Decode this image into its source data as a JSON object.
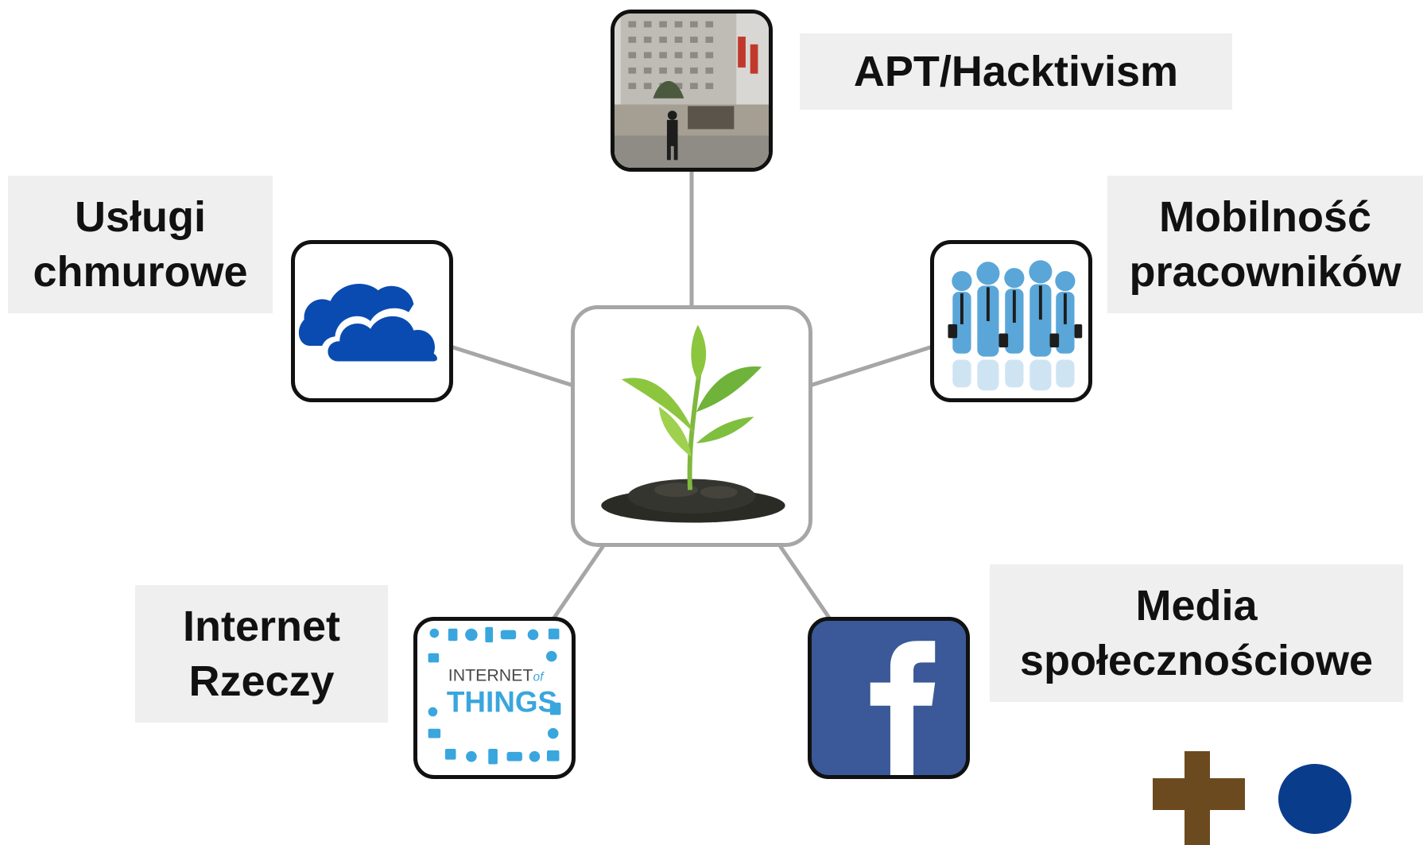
{
  "labels": {
    "apt": {
      "line1": "APT/Hacktivism"
    },
    "cloud": {
      "line1": "Usługi",
      "line2": "chmurowe"
    },
    "mobility": {
      "line1": "Mobilność",
      "line2": "pracowników"
    },
    "iot": {
      "line1": "Internet",
      "line2": "Rzeczy"
    },
    "social": {
      "line1": "Media",
      "line2": "społecznościowe"
    }
  },
  "iot_tile": {
    "line1": "INTERNET",
    "of": "of",
    "line2": "THINGS"
  },
  "icons": {
    "center": "plant-sprout-icon",
    "apt": "office-building-photo",
    "cloud": "cloud-icon",
    "mobility": "business-people-icon",
    "iot": "internet-of-things-icon",
    "social": "facebook-icon"
  },
  "colors": {
    "connector": "#a6a6a6",
    "label_background": "#efefef",
    "cloud_blue": "#0a4bb1",
    "facebook_blue": "#3b5998",
    "iot_blue": "#3aa6de",
    "logo_brown": "#6b4a1f",
    "logo_navy": "#0a3c8c"
  }
}
